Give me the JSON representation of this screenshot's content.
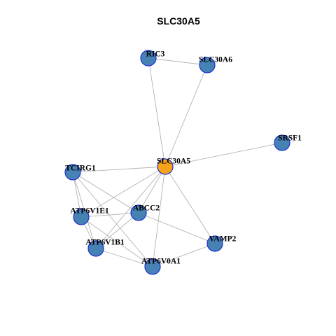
{
  "title": "SLC30A5",
  "colors": {
    "center_node": "#f7a21b",
    "neighbor_node": "#4682b4",
    "node_border": "#1c2fd0",
    "edge": "#b3b3b3"
  },
  "nodes": [
    {
      "id": "SLC30A5",
      "label": "SLC30A5",
      "role": "center"
    },
    {
      "id": "RIC3",
      "label": "RIC3",
      "role": "neighbor"
    },
    {
      "id": "SLC30A6",
      "label": "SLC30A6",
      "role": "neighbor"
    },
    {
      "id": "SRSF1",
      "label": "SRSF1",
      "role": "neighbor"
    },
    {
      "id": "TCIRG1",
      "label": "TCIRG1",
      "role": "neighbor"
    },
    {
      "id": "ABCC2",
      "label": "ABCC2",
      "role": "neighbor"
    },
    {
      "id": "ATP6V1E1",
      "label": "ATP6V1E1",
      "role": "neighbor"
    },
    {
      "id": "VAMP2",
      "label": "VAMP2",
      "role": "neighbor"
    },
    {
      "id": "ATP6V1B1",
      "label": "ATP6V1B1",
      "role": "neighbor"
    },
    {
      "id": "ATP6V0A1",
      "label": "ATP6V0A1",
      "role": "neighbor"
    }
  ],
  "edges": [
    [
      "RIC3",
      "SLC30A6"
    ],
    [
      "RIC3",
      "SLC30A5"
    ],
    [
      "SLC30A6",
      "SLC30A5"
    ],
    [
      "SRSF1",
      "SLC30A5"
    ],
    [
      "TCIRG1",
      "SLC30A5"
    ],
    [
      "ABCC2",
      "SLC30A5"
    ],
    [
      "ATP6V1E1",
      "SLC30A5"
    ],
    [
      "VAMP2",
      "SLC30A5"
    ],
    [
      "ATP6V1B1",
      "SLC30A5"
    ],
    [
      "ATP6V0A1",
      "SLC30A5"
    ],
    [
      "TCIRG1",
      "ABCC2"
    ],
    [
      "TCIRG1",
      "ATP6V1E1"
    ],
    [
      "TCIRG1",
      "ATP6V1B1"
    ],
    [
      "TCIRG1",
      "ATP6V0A1"
    ],
    [
      "ABCC2",
      "ATP6V1E1"
    ],
    [
      "ABCC2",
      "ATP6V1B1"
    ],
    [
      "ABCC2",
      "VAMP2"
    ],
    [
      "ATP6V1E1",
      "ATP6V1B1"
    ],
    [
      "ATP6V1E1",
      "ATP6V0A1"
    ],
    [
      "ATP6V1B1",
      "ATP6V0A1"
    ],
    [
      "ATP6V0A1",
      "VAMP2"
    ]
  ]
}
